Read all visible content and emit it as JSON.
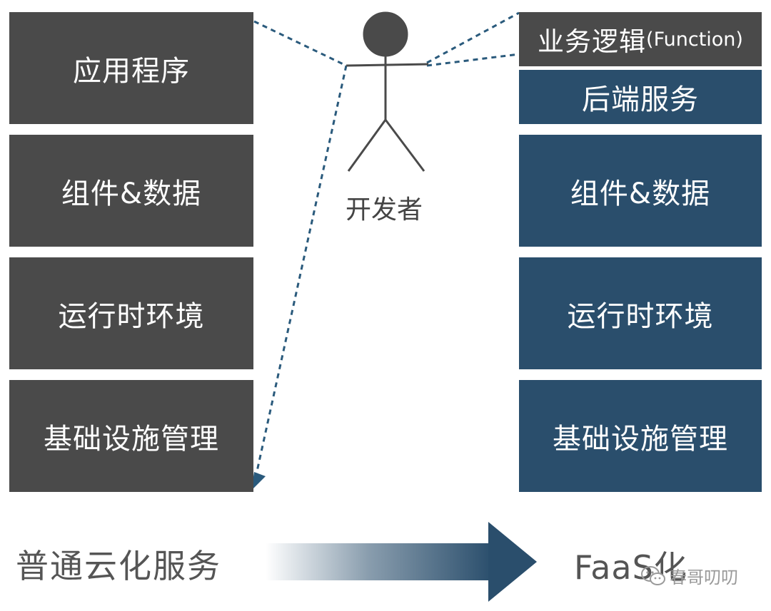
{
  "left_stack": [
    "应用程序",
    "组件&数据",
    "运行时环境",
    "基础设施管理"
  ],
  "right_stack": {
    "business_logic": "业务逻辑",
    "business_logic_suffix": "(Function)",
    "items": [
      "后端服务",
      "组件&数据",
      "运行时环境",
      "基础设施管理"
    ]
  },
  "actor_label": "开发者",
  "bottom": {
    "left": "普通云化服务",
    "right": "FaaS化"
  },
  "watermark": "春哥叨叨",
  "colors": {
    "left_box": "#4a4a4a",
    "right_box": "#2a4e6c",
    "arrow": "#2a4e6c",
    "dashed": "#2a5a7c"
  }
}
